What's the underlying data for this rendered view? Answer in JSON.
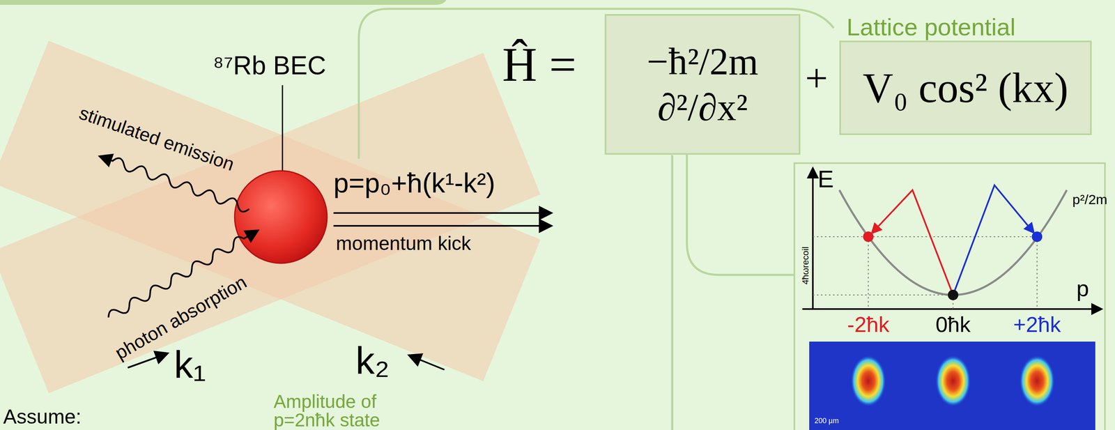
{
  "diagram": {
    "nodes": [
      {
        "text": [
          "−ħ²/2m ∂²/∂x²"
        ]
      },
      {
        "text": [
          "Lattice potential",
          "V₀ cos² (kx)"
        ]
      },
      {
        "text": [
          "E",
          "p²/2m",
          "4ħωrecoil",
          "p",
          "-2ħk",
          "0ħk",
          "+2ħk",
          "200 µm"
        ]
      }
    ],
    "edges": [
      {
        "from": 0,
        "to": 2,
        "arrow": "none"
      }
    ],
    "labels": [
      "⁸⁷Rb BEC",
      "stimulated emission",
      "photon absorption",
      "p=p₀+ħ(k¹-k²)",
      "momentum kick",
      "k₁",
      "k₂",
      "Ĥ =",
      "+",
      "Amplitude of p=2nħk state",
      "Assume:"
    ]
  }
}
